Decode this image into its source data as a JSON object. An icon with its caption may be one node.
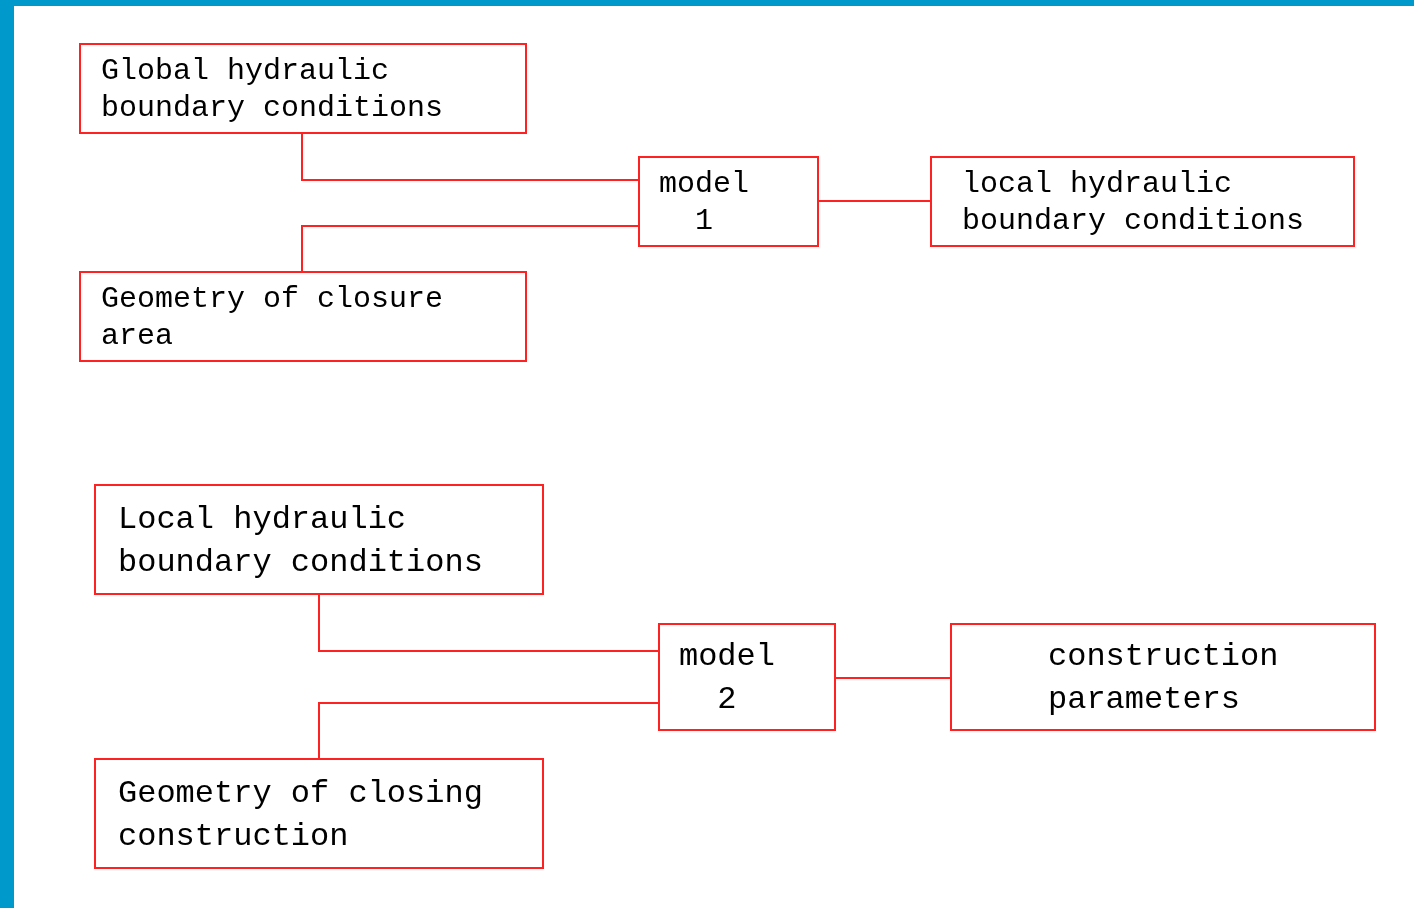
{
  "diagram": {
    "nodes": [
      {
        "text": [
          "Global hydraulic boundary conditions"
        ]
      },
      {
        "text": [
          "Geometry of closure area"
        ]
      },
      {
        "text": [
          "model 1"
        ]
      },
      {
        "text": [
          "local hydraulic boundary conditions"
        ]
      },
      {
        "text": [
          "Local hydraulic boundary conditions"
        ]
      },
      {
        "text": [
          "Geometry of closing construction"
        ]
      },
      {
        "text": [
          "model 2"
        ]
      },
      {
        "text": [
          "construction parameters"
        ]
      }
    ],
    "edges": [
      {
        "from": 0,
        "to": 2,
        "arrow": "none"
      },
      {
        "from": 1,
        "to": 2,
        "arrow": "none"
      },
      {
        "from": 2,
        "to": 3,
        "arrow": "none"
      },
      {
        "from": 4,
        "to": 6,
        "arrow": "none"
      },
      {
        "from": 5,
        "to": 6,
        "arrow": "none"
      },
      {
        "from": 6,
        "to": 7,
        "arrow": "none"
      }
    ]
  }
}
